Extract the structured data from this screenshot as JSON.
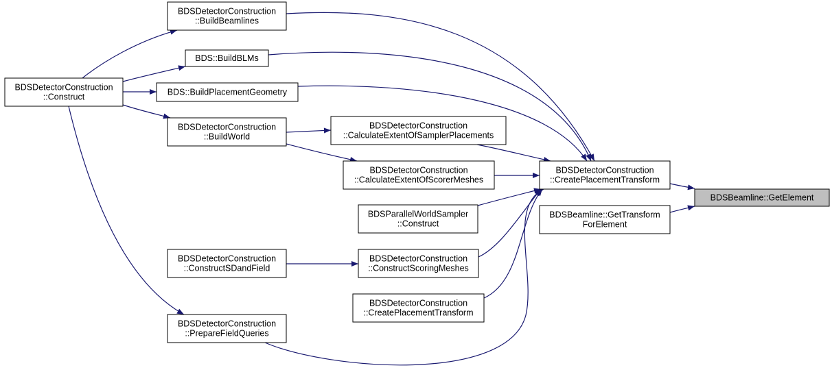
{
  "nodes": [
    {
      "id": "construct",
      "lines": [
        "BDSDetectorConstruction",
        "::Construct"
      ],
      "highlight": false
    },
    {
      "id": "buildBeamlines",
      "lines": [
        "BDSDetectorConstruction",
        "::BuildBeamlines"
      ],
      "highlight": false
    },
    {
      "id": "buildBLMs",
      "lines": [
        "BDS::BuildBLMs"
      ],
      "highlight": false
    },
    {
      "id": "buildPlacementGeometry",
      "lines": [
        "BDS::BuildPlacementGeometry"
      ],
      "highlight": false
    },
    {
      "id": "buildWorld",
      "lines": [
        "BDSDetectorConstruction",
        "::BuildWorld"
      ],
      "highlight": false
    },
    {
      "id": "calcSampler",
      "lines": [
        "BDSDetectorConstruction",
        "::CalculateExtentOfSamplerPlacements"
      ],
      "highlight": false
    },
    {
      "id": "calcScorer",
      "lines": [
        "BDSDetectorConstruction",
        "::CalculateExtentOfScorerMeshes"
      ],
      "highlight": false
    },
    {
      "id": "parallelSampler",
      "lines": [
        "BDSParallelWorldSampler",
        "::Construct"
      ],
      "highlight": false
    },
    {
      "id": "sdField",
      "lines": [
        "BDSDetectorConstruction",
        "::ConstructSDandField"
      ],
      "highlight": false
    },
    {
      "id": "scoringMeshes",
      "lines": [
        "BDSDetectorConstruction",
        "::ConstructScoringMeshes"
      ],
      "highlight": false
    },
    {
      "id": "createPlacementLower",
      "lines": [
        "BDSDetectorConstruction",
        "::CreatePlacementTransform"
      ],
      "highlight": false
    },
    {
      "id": "prepareField",
      "lines": [
        "BDSDetectorConstruction",
        "::PrepareFieldQueries"
      ],
      "highlight": false
    },
    {
      "id": "createPlacementMain",
      "lines": [
        "BDSDetectorConstruction",
        "::CreatePlacementTransform"
      ],
      "highlight": false
    },
    {
      "id": "getTransform",
      "lines": [
        "BDSBeamline::GetTransform",
        "ForElement"
      ],
      "highlight": false
    },
    {
      "id": "getElement",
      "lines": [
        "BDSBeamline::GetElement"
      ],
      "highlight": true
    }
  ],
  "edges": [
    {
      "from": "construct",
      "to": "buildBeamlines"
    },
    {
      "from": "construct",
      "to": "buildBLMs"
    },
    {
      "from": "construct",
      "to": "buildPlacementGeometry"
    },
    {
      "from": "construct",
      "to": "buildWorld"
    },
    {
      "from": "construct",
      "to": "prepareField"
    },
    {
      "from": "buildBeamlines",
      "to": "createPlacementMain"
    },
    {
      "from": "buildBLMs",
      "to": "createPlacementMain"
    },
    {
      "from": "buildPlacementGeometry",
      "to": "createPlacementMain"
    },
    {
      "from": "buildWorld",
      "to": "calcSampler"
    },
    {
      "from": "buildWorld",
      "to": "calcScorer"
    },
    {
      "from": "calcSampler",
      "to": "createPlacementMain"
    },
    {
      "from": "calcScorer",
      "to": "createPlacementMain"
    },
    {
      "from": "parallelSampler",
      "to": "createPlacementMain"
    },
    {
      "from": "sdField",
      "to": "scoringMeshes"
    },
    {
      "from": "scoringMeshes",
      "to": "createPlacementMain"
    },
    {
      "from": "createPlacementLower",
      "to": "createPlacementMain"
    },
    {
      "from": "prepareField",
      "to": "createPlacementMain"
    },
    {
      "from": "createPlacementMain",
      "to": "getElement"
    },
    {
      "from": "getTransform",
      "to": "getElement"
    }
  ],
  "colors": {
    "edge": "#191970",
    "node_border": "#000000",
    "node_fill": "#ffffff",
    "highlight_fill": "#bfbfbf"
  }
}
